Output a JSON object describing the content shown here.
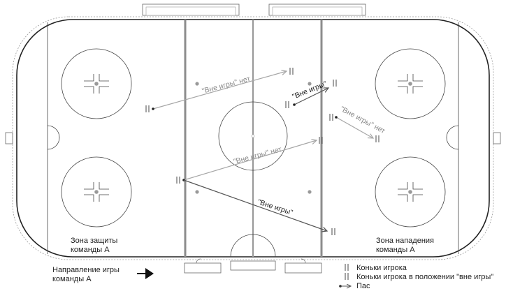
{
  "zones": {
    "defense_line1": "Зона защиты",
    "defense_line2": "команды А",
    "attack_line1": "Зона нападения",
    "attack_line2": "команды А"
  },
  "passes": {
    "p1": "\"Вне игры\" нет",
    "p2": "\"Вне игры\"",
    "p3": "\"Вне игры\" нет",
    "p4": "\"Вне игры\" нет",
    "p5": "\"Вне игры\""
  },
  "direction": {
    "line1": "Направление игры",
    "line2": "команды А"
  },
  "legend": {
    "skates": "Коньки игрока",
    "offside_skates": "Коньки игрока в положении \"вне игры\"",
    "pass": "Пас"
  },
  "colors": {
    "board": "#222222",
    "center_line": "#999999",
    "blue_line": "#8c8c8c",
    "pass_arrow_ok": "#a6a6a6",
    "pass_arrow_offside": "#555555"
  }
}
